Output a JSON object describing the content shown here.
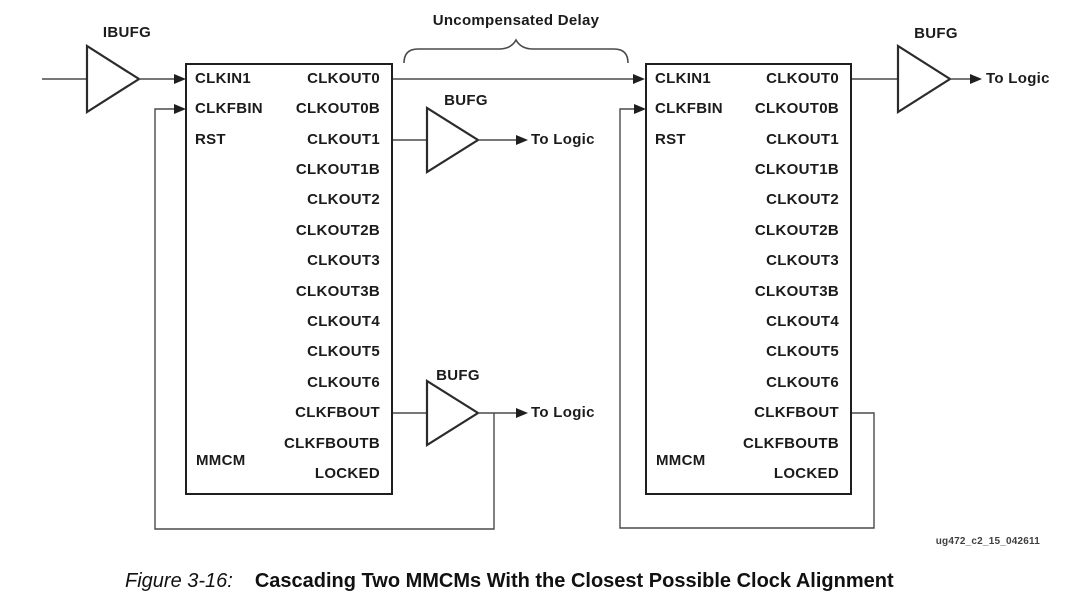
{
  "figure": {
    "caption_label": "Figure 3-16:",
    "caption_title": "Cascading Two MMCMs With the Closest Possible Clock Alignment",
    "watermark": "ug472_c2_15_042611"
  },
  "labels": {
    "ibufg": "IBUFG",
    "bufg": "BUFG",
    "to_logic": "To Logic",
    "uncompensated_delay": "Uncompensated Delay"
  },
  "blocks": [
    {
      "name": "MMCM",
      "inputs": [
        "CLKIN1",
        "CLKFBIN",
        "RST"
      ],
      "outputs": [
        "CLKOUT0",
        "CLKOUT0B",
        "CLKOUT1",
        "CLKOUT1B",
        "CLKOUT2",
        "CLKOUT2B",
        "CLKOUT3",
        "CLKOUT3B",
        "CLKOUT4",
        "CLKOUT5",
        "CLKOUT6",
        "CLKFBOUT",
        "CLKFBOUTB",
        "LOCKED"
      ]
    },
    {
      "name": "MMCM",
      "inputs": [
        "CLKIN1",
        "CLKFBIN",
        "RST"
      ],
      "outputs": [
        "CLKOUT0",
        "CLKOUT0B",
        "CLKOUT1",
        "CLKOUT1B",
        "CLKOUT2",
        "CLKOUT2B",
        "CLKOUT3",
        "CLKOUT3B",
        "CLKOUT4",
        "CLKOUT5",
        "CLKOUT6",
        "CLKFBOUT",
        "CLKFBOUTB",
        "LOCKED"
      ]
    }
  ],
  "colors": {
    "wire": "#4a4a4a",
    "block_border": "#1f1f1f",
    "text": "#1b1b1b"
  }
}
